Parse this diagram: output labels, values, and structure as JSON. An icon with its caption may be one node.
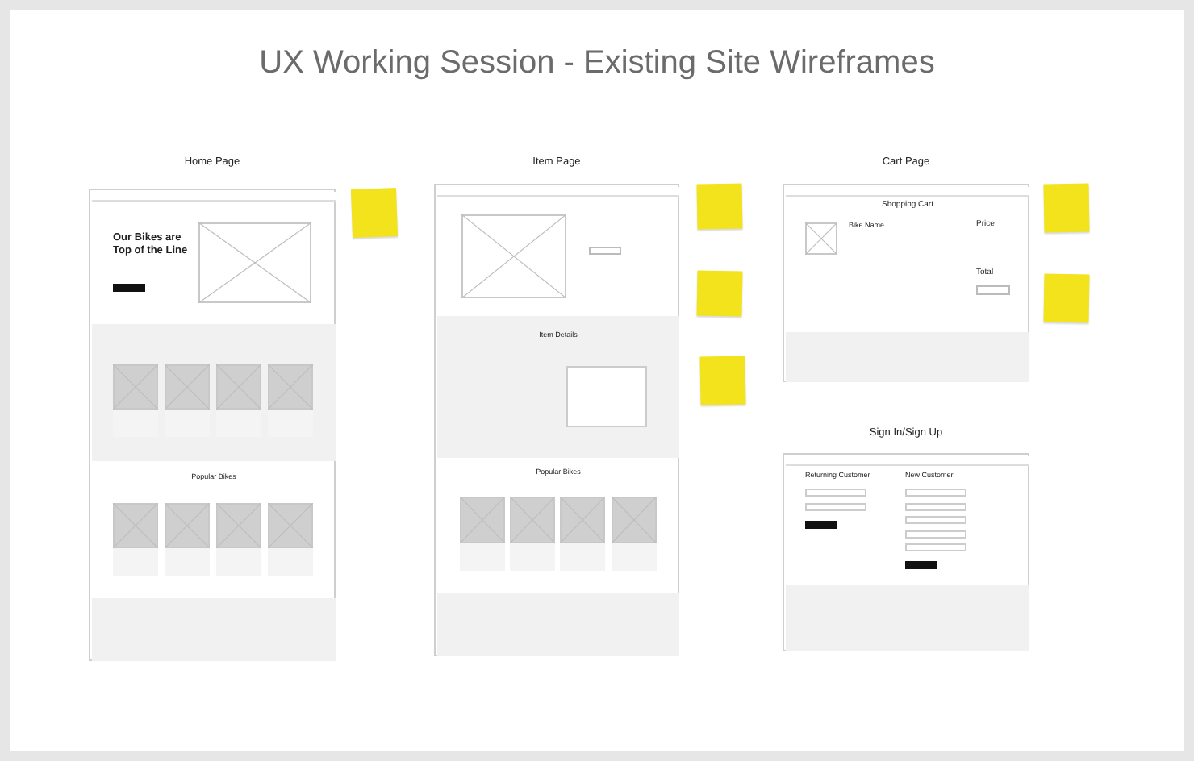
{
  "diagram": {
    "title": "UX Working Session - Existing Site Wireframes",
    "nodes": [
      {
        "text": [
          "Home Page"
        ]
      },
      {
        "text": [
          "Item Page"
        ]
      },
      {
        "text": [
          "Cart Page"
        ]
      },
      {
        "text": [
          "Sign In/Sign Up"
        ]
      }
    ],
    "labels": [
      "Our Bikes are Top of the Line",
      "Popular Bikes",
      "Item Details",
      "Popular Bikes",
      "Shopping Cart",
      "Bike Name",
      "Price",
      "Total",
      "Returning Customer",
      "New Customer"
    ]
  }
}
